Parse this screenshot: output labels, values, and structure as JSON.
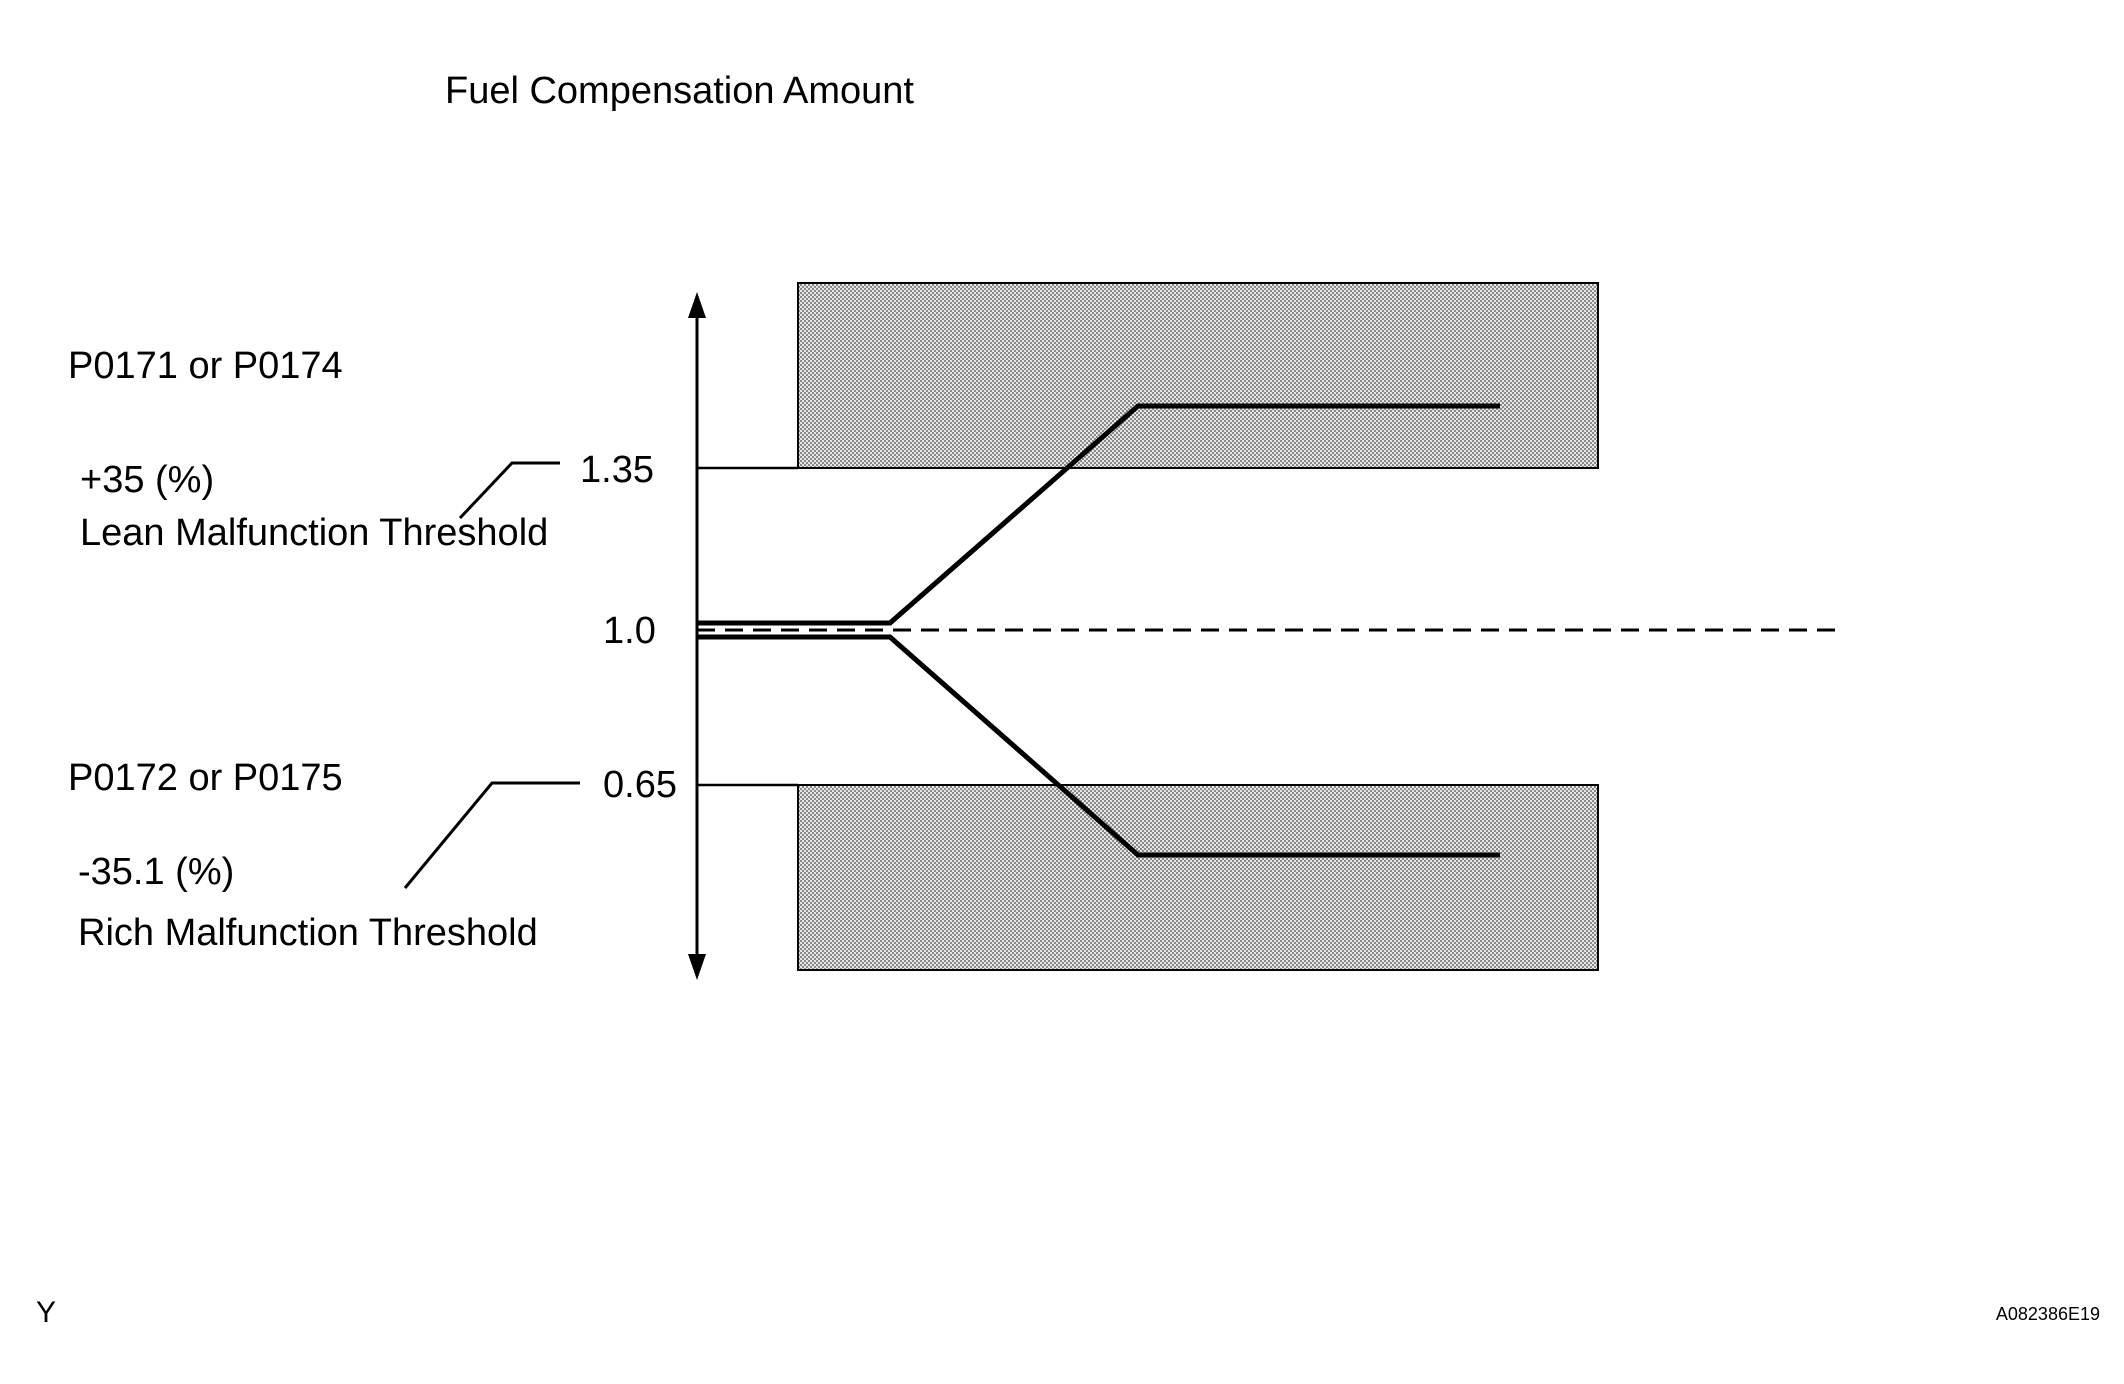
{
  "title": "Fuel Compensation Amount",
  "lean": {
    "codes": "P0171 or P0174",
    "percent": "+35 (%)",
    "threshold_label": "Lean Malfunction Threshold",
    "value": "1.35"
  },
  "center": {
    "value": "1.0"
  },
  "rich": {
    "codes": "P0172 or P0175",
    "percent": "-35.1 (%)",
    "threshold_label": "Rich Malfunction Threshold",
    "value": "0.65"
  },
  "footer": {
    "left_mark": "Y",
    "figure_id": "A082386E19"
  },
  "colors": {
    "ink": "#000000",
    "zone_fill": "#d2d2d2",
    "background": "#ffffff"
  }
}
